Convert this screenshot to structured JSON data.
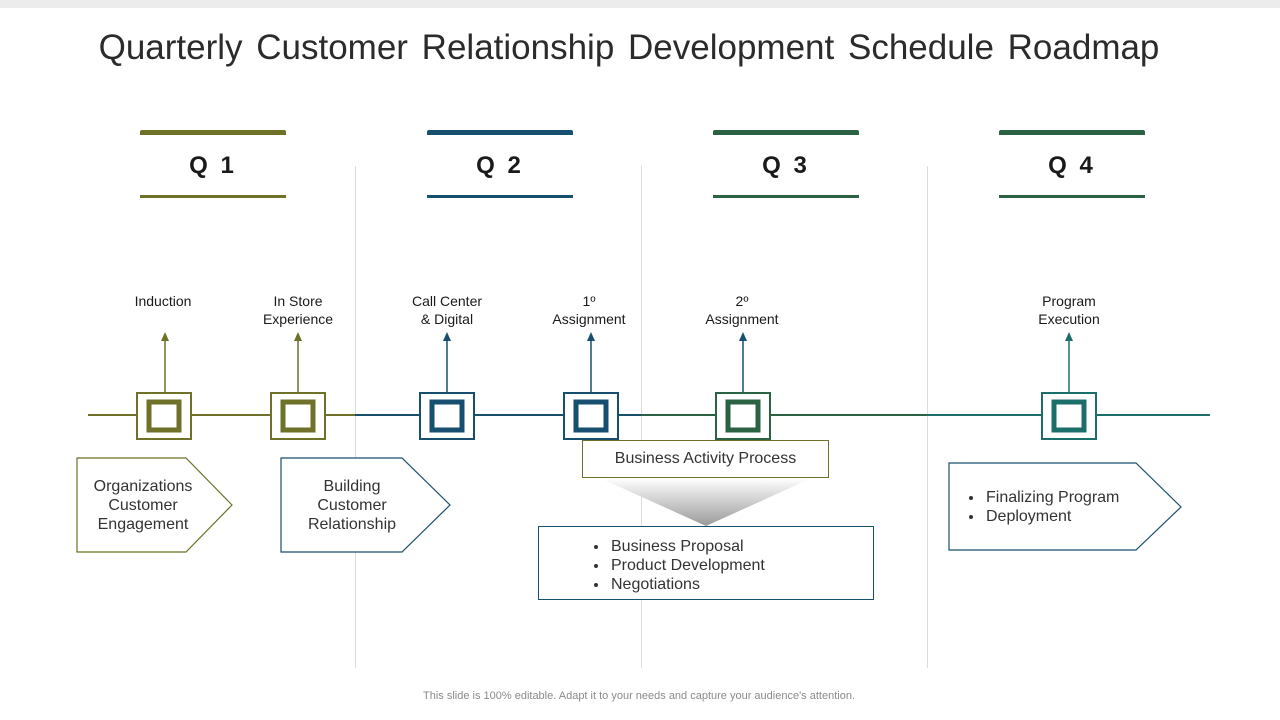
{
  "title": "Quarterly Customer Relationship Development Schedule Roadmap",
  "quarters": [
    {
      "label": "Q 1",
      "color": "#6e7127"
    },
    {
      "label": "Q 2",
      "color": "#174f6e"
    },
    {
      "label": "Q 3",
      "color": "#2c6244"
    },
    {
      "label": "Q 4",
      "color": "#2c6244"
    }
  ],
  "milestones": [
    {
      "label": "Induction",
      "color": "#6e7127"
    },
    {
      "label": "In Store\nExperience",
      "color": "#6e7127"
    },
    {
      "label": "Call Center\n& Digital",
      "color": "#174f6e"
    },
    {
      "label": "1º\nAssignment",
      "color": "#174f6e"
    },
    {
      "label": "2º\nAssignment",
      "color": "#2c6244"
    },
    {
      "label": "Program\nExecution",
      "color": "#1c6e6a"
    }
  ],
  "arrow_boxes": [
    {
      "text": "Organizations\nCustomer\nEngagement",
      "color": "#6e7127"
    },
    {
      "text": "Building\nCustomer\nRelationship",
      "color": "#174f6e"
    }
  ],
  "business_activity": {
    "title": "Business Activity Process",
    "items": [
      "Business Proposal",
      "Product Development",
      "Negotiations"
    ]
  },
  "final_box": {
    "items": [
      "Finalizing Program",
      "Deployment"
    ]
  },
  "footer": "This slide is 100% editable. Adapt it to your needs and capture your audience's attention."
}
